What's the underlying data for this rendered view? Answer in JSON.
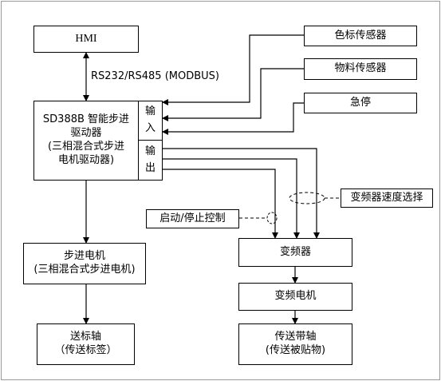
{
  "hmi": "HMI",
  "comm_label": "RS232/RS485 (MODBUS)",
  "driver": {
    "line1": "SD388B 智能步进",
    "line2": "驱动器",
    "line3": "(三相混合式步进",
    "line4": "电机驱动器)"
  },
  "input_port": {
    "c1": "输",
    "c2": "入"
  },
  "output_port": {
    "c1": "输",
    "c2": "出"
  },
  "sensors": {
    "color_sensor": "色标传感器",
    "material_sensor": "物料传感器",
    "emergency_stop": "急停"
  },
  "stepper_motor": {
    "line1": "步进电机",
    "line2": "(三相混合式步进电机)"
  },
  "label_axis": {
    "line1": "送标轴",
    "line2": "（传送标签）"
  },
  "vfd": "变频器",
  "vfd_motor": "变频电机",
  "conveyor_axis": {
    "line1": "传送带轴",
    "line2": "(传送被贴物)"
  },
  "vfd_speed_select": "变频器速度选择",
  "start_stop_control": "启动/停止控制"
}
